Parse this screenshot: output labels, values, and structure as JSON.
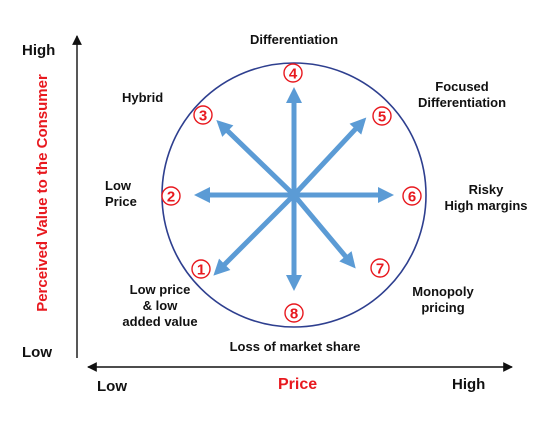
{
  "axes": {
    "y_title": "Perceived Value to the Consumer",
    "y_high": "High",
    "y_low": "Low",
    "x_title": "Price",
    "x_low": "Low",
    "x_high": "High"
  },
  "strategies": [
    {
      "number": "1",
      "label": "Low price\n& low\nadded value"
    },
    {
      "number": "2",
      "label": "Low\nPrice"
    },
    {
      "number": "3",
      "label": "Hybrid"
    },
    {
      "number": "4",
      "label": "Differentiation"
    },
    {
      "number": "5",
      "label": "Focused\nDifferentiation"
    },
    {
      "number": "6",
      "label": "Risky\nHigh margins"
    },
    {
      "number": "7",
      "label": "Monopoly\npricing"
    },
    {
      "number": "8",
      "label": "Loss of market share"
    }
  ],
  "colors": {
    "arrow": "#5b9bd5",
    "circle": "#2e3f8f",
    "accent_red": "#e8191f",
    "text": "#111111"
  }
}
